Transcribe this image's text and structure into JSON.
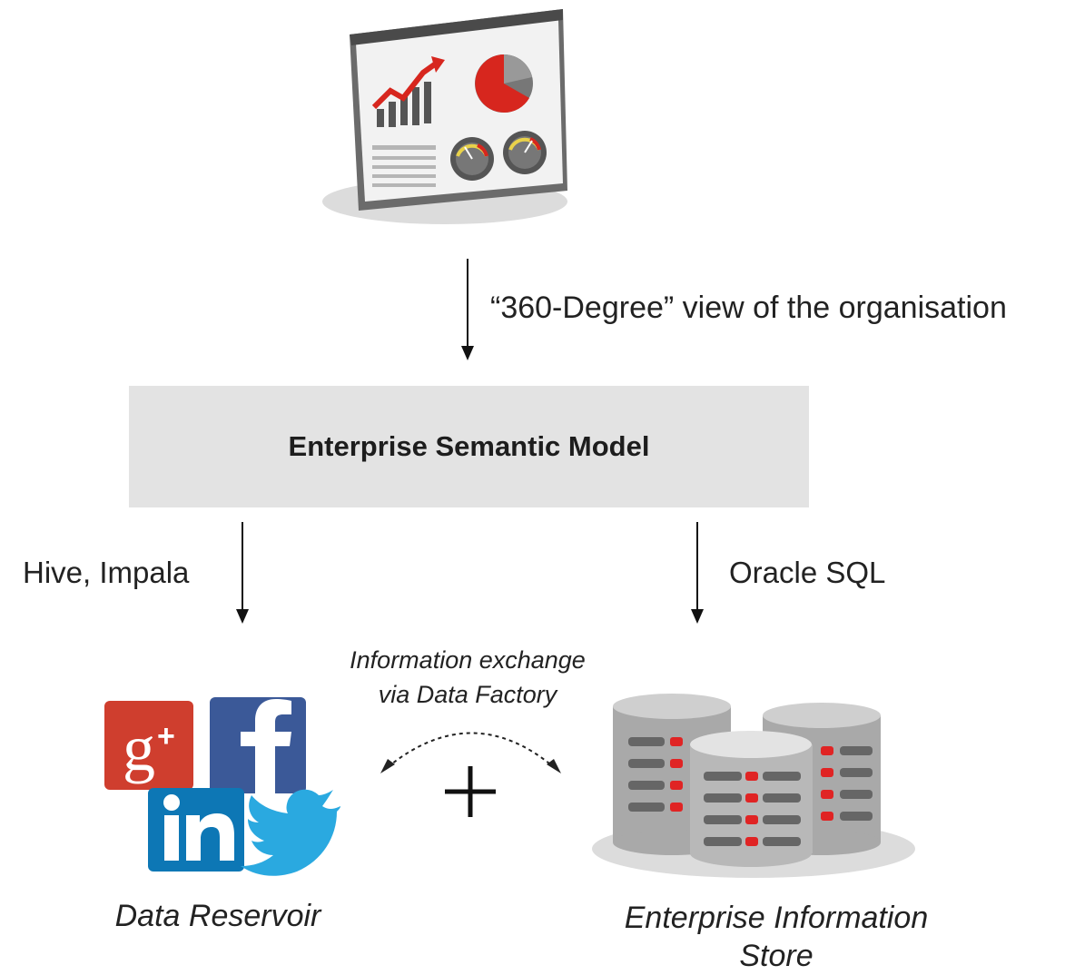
{
  "diagram": {
    "top_arrow_label": "“360-Degree” view of the organisation",
    "semantic_model_title": "Enterprise Semantic Model",
    "left_arrow_label": "Hive, Impala",
    "right_arrow_label": "Oracle SQL",
    "exchange_label_line1": "Information exchange",
    "exchange_label_line2": "via Data Factory",
    "reservoir_label": "Data Reservoir",
    "eis_label_line1": "Enterprise Information",
    "eis_label_line2": "Store"
  },
  "icons": {
    "dashboard": "dashboard-icon",
    "google_plus": "google-plus-icon",
    "facebook": "facebook-icon",
    "linkedin": "linkedin-icon",
    "twitter": "twitter-icon",
    "database": "database-icon",
    "plus": "plus-icon"
  },
  "colors": {
    "accent_red": "#d7261e",
    "box_gray": "#e3e3e3",
    "google_red": "#cf3e2e",
    "facebook_blue": "#3b5998",
    "linkedin_blue": "#0d77b5",
    "twitter_blue": "#2aa9e0"
  }
}
